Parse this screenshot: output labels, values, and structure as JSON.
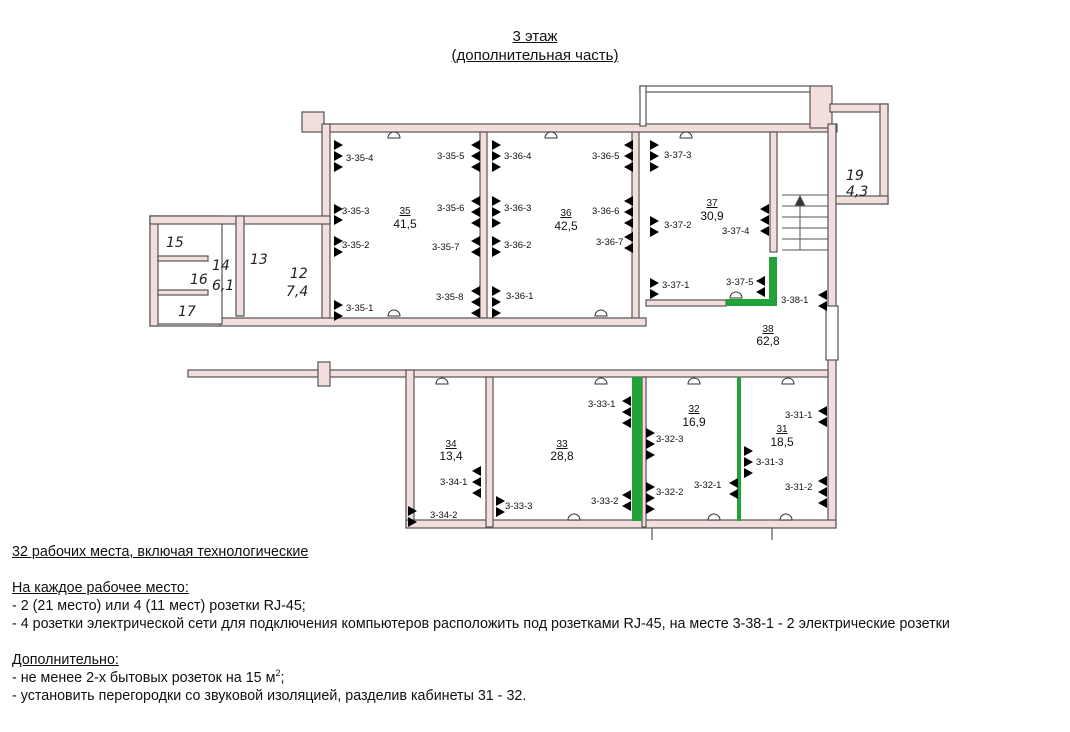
{
  "title": {
    "line1": "3 этаж",
    "line2": "(дополнительная часть)"
  },
  "rooms": [
    {
      "id": "r35",
      "number": "35",
      "area": "41,5"
    },
    {
      "id": "r36",
      "number": "36",
      "area": "42,5"
    },
    {
      "id": "r37",
      "number": "37",
      "area": "30,9"
    },
    {
      "id": "r38",
      "number": "38",
      "area": "62,8"
    },
    {
      "id": "r34",
      "number": "34",
      "area": "13,4"
    },
    {
      "id": "r33",
      "number": "33",
      "area": "28,8"
    },
    {
      "id": "r32",
      "number": "32",
      "area": "16,9"
    },
    {
      "id": "r31",
      "number": "31",
      "area": "18,5"
    }
  ],
  "handwritten_rooms": {
    "r19": {
      "number": "19",
      "area": "4,3"
    },
    "r15": {
      "number": "15"
    },
    "r16": {
      "number": "16"
    },
    "r14": {
      "number": "14",
      "area": "6,1"
    },
    "r13": {
      "number": "13"
    },
    "r12": {
      "number": "12",
      "area": "7,4"
    },
    "r17": {
      "number": "17"
    }
  },
  "sockets": [
    "3-35-4",
    "3-35-3",
    "3-35-2",
    "3-35-1",
    "3-35-5",
    "3-35-6",
    "3-35-7",
    "3-35-8",
    "3-36-4",
    "3-36-3",
    "3-36-2",
    "3-36-1",
    "3-36-5",
    "3-36-6",
    "3-36-7",
    "3-37-3",
    "3-37-2",
    "3-37-1",
    "3-37-4",
    "3-37-5",
    "3-38-1",
    "3-33-1",
    "3-32-3",
    "3-32-2",
    "3-33-2",
    "3-33-3",
    "3-34-1",
    "3-34-2",
    "3-32-1",
    "3-31-1",
    "3-31-3",
    "3-31-2"
  ],
  "notes": {
    "summary": "32 рабочих места, включая технологические",
    "per_workplace_heading": "На каждое рабочее место:",
    "per_workplace_items": [
      "- 2 (21 место) или 4 (11 мест) розетки RJ-45;",
      "- 4 розетки электрической сети для подключения компьютеров расположить под розетками RJ-45, на месте 3-38-1 - 2 электрические розетки"
    ],
    "additional_heading": "Дополнительно:",
    "additional_items": [
      {
        "text": "- не менее 2-х бытовых розеток на 15 м",
        "sup": "2",
        "tail": ";"
      },
      {
        "text": "- установить перегородки со звуковой изоляцией, разделив кабинеты 31 - 32."
      }
    ]
  },
  "colors": {
    "wall_fill": "#f2dedd",
    "wall_stroke": "#555555",
    "partition_green": "#22a33a",
    "socket_black": "#000000"
  }
}
